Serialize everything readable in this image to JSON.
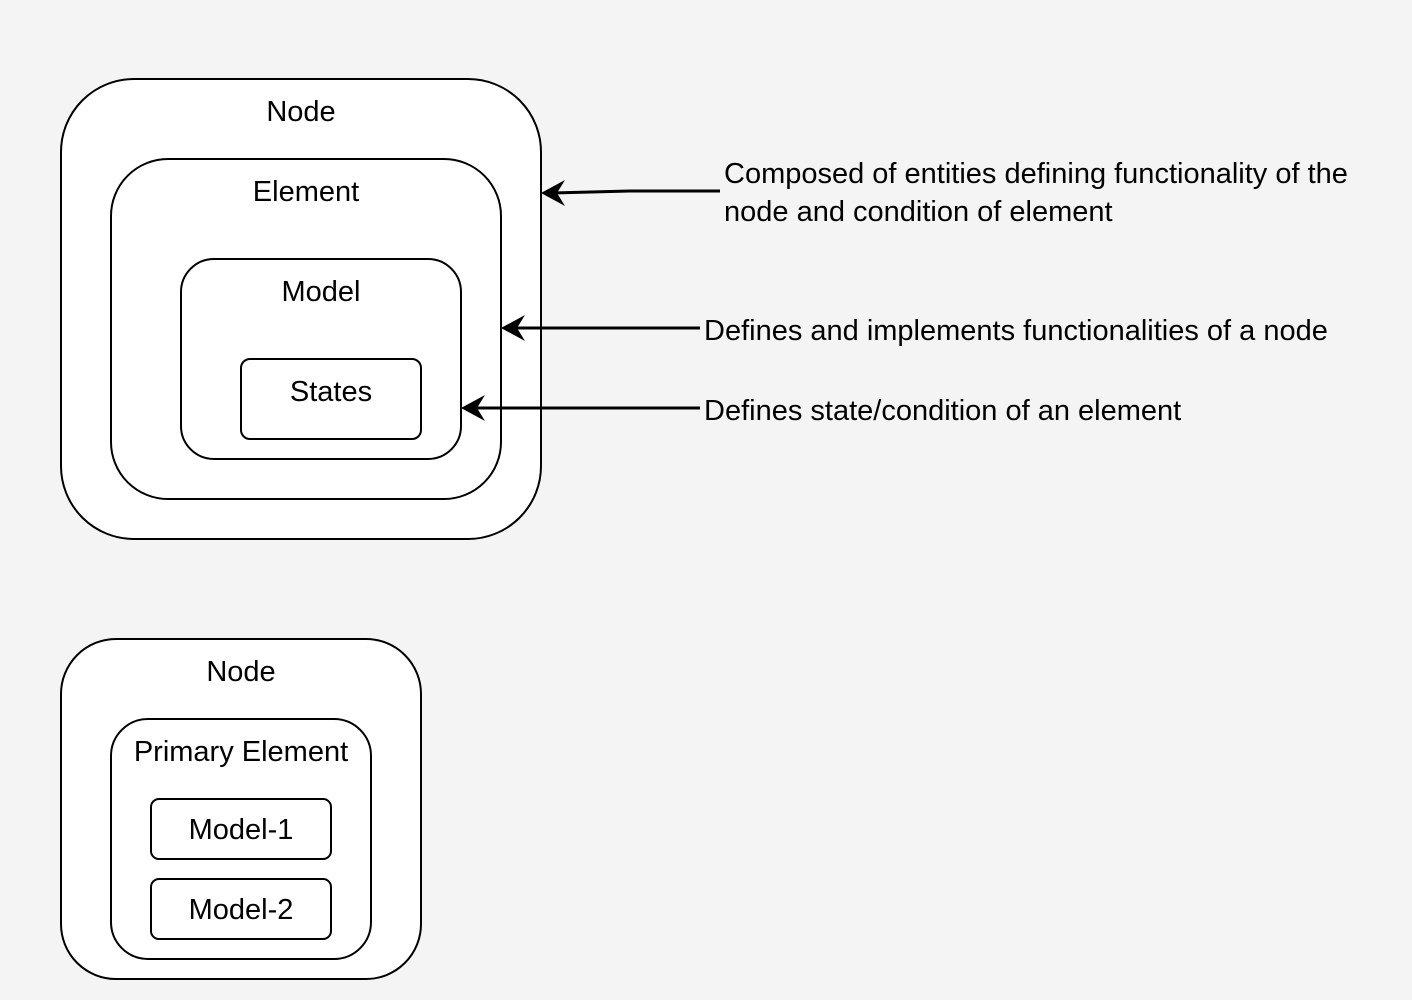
{
  "diagram_top": {
    "node_label": "Node",
    "element_label": "Element",
    "model_label": "Model",
    "states_label": "States",
    "annotations": {
      "node": [
        "Composed of entities defining functionality of the",
        "node and condition of element"
      ],
      "element": "Defines and implements functionalities of a node",
      "model": "Defines state/condition of an element"
    }
  },
  "diagram_bottom": {
    "node_label": "Node",
    "primary_element_label": "Primary Element",
    "models": [
      "Model-1",
      "Model-2"
    ]
  },
  "colors": {
    "background": "#f4f4f4",
    "box_fill": "#ffffff",
    "stroke": "#000000"
  }
}
